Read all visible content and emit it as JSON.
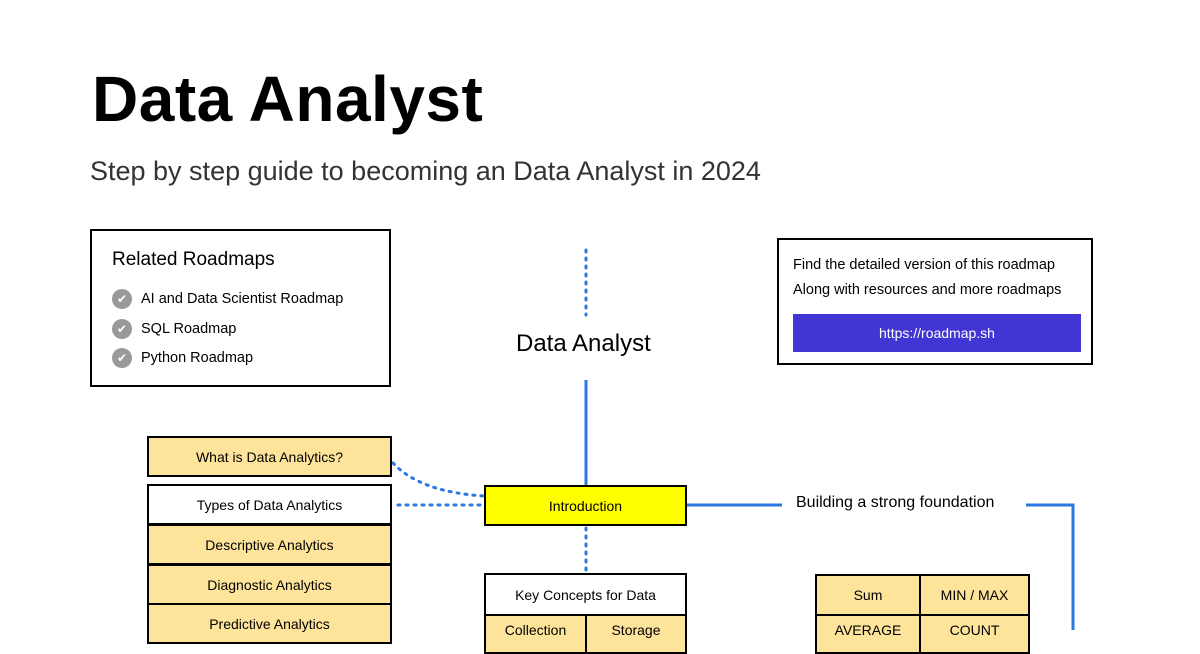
{
  "header": {
    "title": "Data Analyst",
    "subtitle": "Step by step guide to becoming an Data Analyst in 2024"
  },
  "related": {
    "heading": "Related Roadmaps",
    "items": [
      {
        "label": "AI and Data Scientist Roadmap"
      },
      {
        "label": "SQL Roadmap"
      },
      {
        "label": "Python Roadmap"
      }
    ]
  },
  "cta": {
    "line1": "Find the detailed version of this roadmap",
    "line2": "Along with resources and more roadmaps",
    "button": "https://roadmap.sh"
  },
  "diagram": {
    "root": "Data Analyst",
    "introduction": "Introduction",
    "foundation": "Building a strong foundation",
    "intro_topics": {
      "what_is": "What is Data Analytics?",
      "types": "Types of Data Analytics",
      "descriptive": "Descriptive Analytics",
      "diagnostic": "Diagnostic Analytics",
      "predictive": "Predictive Analytics"
    },
    "key_concepts": {
      "title": "Key Concepts for Data",
      "collection": "Collection",
      "storage": "Storage"
    },
    "functions": {
      "sum": "Sum",
      "minmax": "MIN / MAX",
      "average": "AVERAGE",
      "count": "COUNT"
    }
  },
  "colors": {
    "accent": "#4136d4",
    "topic": "#fee49b",
    "highlight": "#ffff00",
    "line": "#2b78e4"
  }
}
